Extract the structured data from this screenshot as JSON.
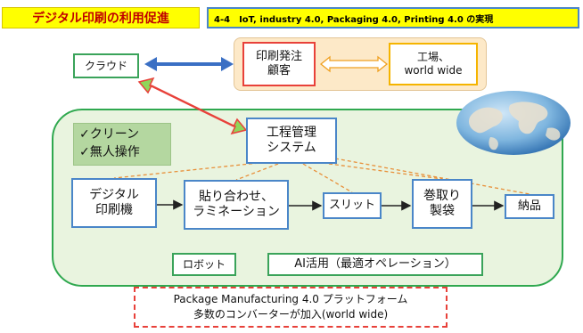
{
  "header": {
    "title": "デジタル印刷の利用促進",
    "subtitle": "4-4　IoT, industry 4.0, Packaging 4.0, Printing 4.0 の実現"
  },
  "nodes": {
    "cloud": "クラウド",
    "print_client_line1": "印刷発注",
    "print_client_line2": "顧客",
    "factory_line1": "工場、",
    "factory_line2": "world wide",
    "check_line1": "✓クリーン",
    "check_line2": "✓無人操作",
    "pm_system_line1": "工程管理",
    "pm_system_line2": "システム",
    "digital_press_line1": "デジタル",
    "digital_press_line2": "印刷機",
    "lamination_line1": "貼り合わせ、",
    "lamination_line2": "ラミネーション",
    "slit": "スリット",
    "rewind_line1": "巻取り",
    "rewind_line2": "製袋",
    "delivery": "納品",
    "robot": "ロボット",
    "ai": "AI活用（最適オペレーション）"
  },
  "platform": {
    "line1": "Package Manufacturing 4.0 プラットフォーム",
    "line2": "多数のコンバーターが加入(world wide)"
  },
  "colors": {
    "green_border": "#2fa84f",
    "blue_border": "#4a86c8",
    "red_border": "#e8413a",
    "orange_border": "#f5b400",
    "title_bg": "#ffff00",
    "connector_orange": "#e8903a"
  }
}
